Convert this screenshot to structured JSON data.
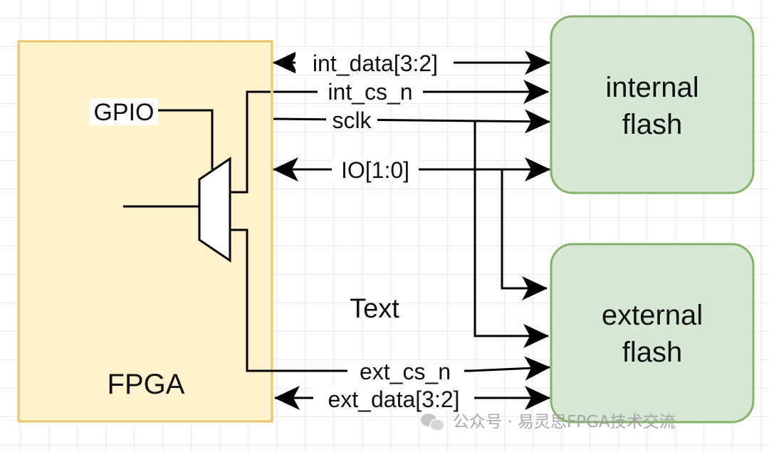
{
  "blocks": {
    "fpga": "FPGA",
    "internal_flash_line1": "internal",
    "internal_flash_line2": "flash",
    "external_flash_line1": "external",
    "external_flash_line2": "flash"
  },
  "signals": {
    "int_data": "int_data[3:2]",
    "int_cs_n": "int_cs_n",
    "sclk": "sclk",
    "io": "IO[1:0]",
    "ext_cs_n": "ext_cs_n",
    "ext_data": "ext_data[3:2]",
    "gpio": "GPIO"
  },
  "misc": {
    "text": "Text"
  },
  "watermark": {
    "text": "公众号 · 易灵思FPGA技术交流",
    "icon": "wechat-icon"
  },
  "colors": {
    "fpga_fill": "#fff2cc",
    "fpga_stroke": "#e8c36a",
    "flash_fill": "#d5e8d4",
    "flash_stroke": "#82b366"
  }
}
